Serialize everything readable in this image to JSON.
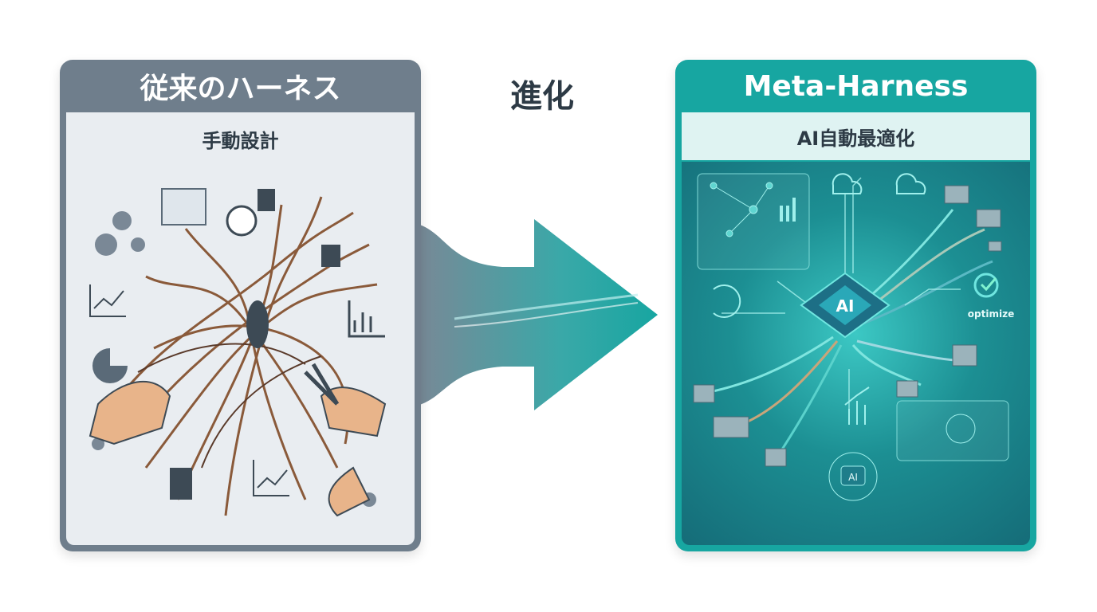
{
  "left_panel": {
    "title": "従来のハーネス",
    "subtitle": "手動設計"
  },
  "center": {
    "label": "進化"
  },
  "right_panel": {
    "title": "Meta-Harness",
    "subtitle": "AI自動最適化",
    "chip_label": "AI",
    "optimize_label": "optimize",
    "network_label": "AI"
  },
  "colors": {
    "left_header": "#6f7e8c",
    "right_header": "#17a6a1",
    "text_dark": "#2d3a45"
  }
}
